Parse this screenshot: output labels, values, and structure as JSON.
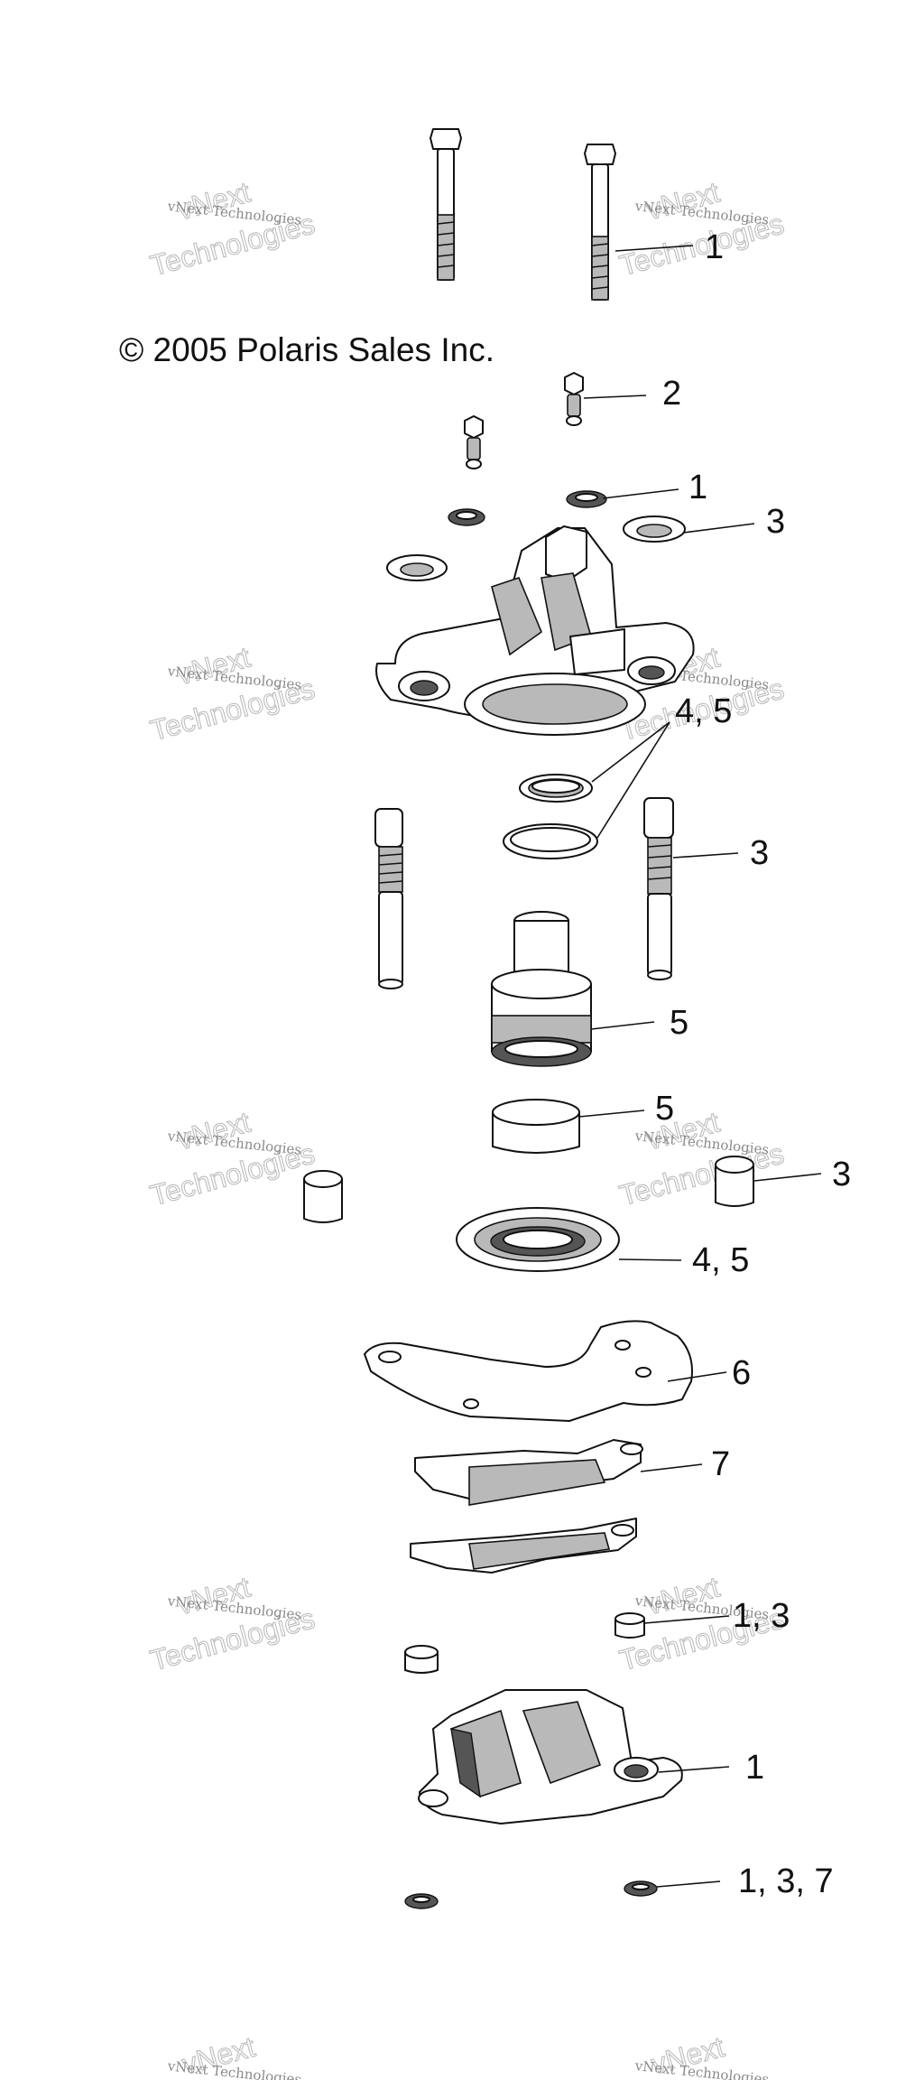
{
  "copyright": "© 2005 Polaris Sales Inc.",
  "watermark": {
    "small": "vNext Technologies",
    "big": "Technologies",
    "top": "vNext"
  },
  "callouts": [
    "1",
    "2",
    "1",
    "3",
    "4, 5",
    "3",
    "5",
    "5",
    "3",
    "4, 5",
    "6",
    "7",
    "1, 3",
    "1",
    "1, 3, 7"
  ],
  "colors": {
    "line": "#111111",
    "watermark": "#bdbdbd",
    "background": "#ffffff"
  }
}
